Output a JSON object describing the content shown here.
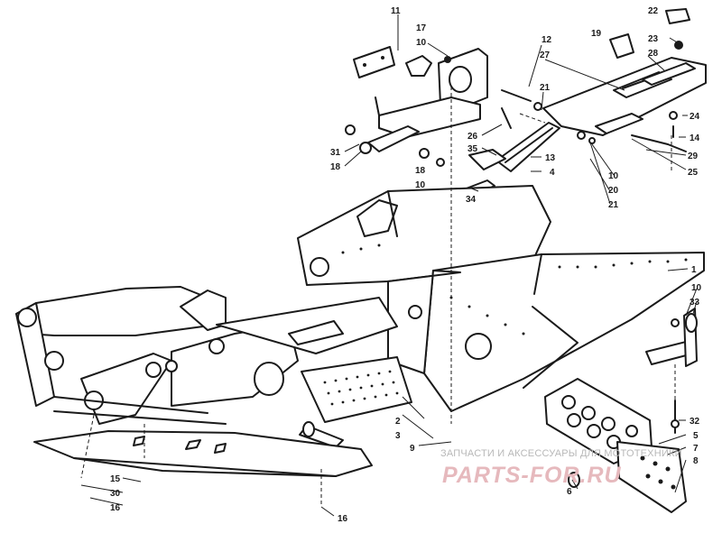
{
  "diagram": {
    "callouts": [
      {
        "id": "c11",
        "label": "11"
      },
      {
        "id": "c17",
        "label": "17"
      },
      {
        "id": "c10a",
        "label": "10"
      },
      {
        "id": "c12",
        "label": "12"
      },
      {
        "id": "c27",
        "label": "27"
      },
      {
        "id": "c21a",
        "label": "21"
      },
      {
        "id": "c19",
        "label": "19"
      },
      {
        "id": "c22",
        "label": "22"
      },
      {
        "id": "c23",
        "label": "23"
      },
      {
        "id": "c28",
        "label": "28"
      },
      {
        "id": "c24",
        "label": "24"
      },
      {
        "id": "c14",
        "label": "14"
      },
      {
        "id": "c29",
        "label": "29"
      },
      {
        "id": "c25",
        "label": "25"
      },
      {
        "id": "c26",
        "label": "26"
      },
      {
        "id": "c35",
        "label": "35"
      },
      {
        "id": "c13",
        "label": "13"
      },
      {
        "id": "c4",
        "label": "4"
      },
      {
        "id": "c31",
        "label": "31"
      },
      {
        "id": "c18a",
        "label": "18"
      },
      {
        "id": "c18b",
        "label": "18"
      },
      {
        "id": "c10b",
        "label": "10"
      },
      {
        "id": "c34",
        "label": "34"
      },
      {
        "id": "c10c",
        "label": "10"
      },
      {
        "id": "c20",
        "label": "20"
      },
      {
        "id": "c21b",
        "label": "21"
      },
      {
        "id": "c1",
        "label": "1"
      },
      {
        "id": "c10d",
        "label": "10"
      },
      {
        "id": "c33",
        "label": "33"
      },
      {
        "id": "c2",
        "label": "2"
      },
      {
        "id": "c3",
        "label": "3"
      },
      {
        "id": "c9",
        "label": "9"
      },
      {
        "id": "c32",
        "label": "32"
      },
      {
        "id": "c5",
        "label": "5"
      },
      {
        "id": "c7",
        "label": "7"
      },
      {
        "id": "c8",
        "label": "8"
      },
      {
        "id": "c6",
        "label": "6"
      },
      {
        "id": "c15",
        "label": "15"
      },
      {
        "id": "c30",
        "label": "30"
      },
      {
        "id": "c16a",
        "label": "16"
      },
      {
        "id": "c16b",
        "label": "16"
      }
    ],
    "ink_color": "#1a1a1a",
    "background": "#ffffff"
  },
  "watermark": {
    "caption": "ЗАПЧАСТИ И АКСЕССУАРЫ ДЛЯ МОТОТЕХНИКИ",
    "logo": "PARTS-FOR.RU",
    "caption_color": "#b8b8b8",
    "logo_color": "#e6b9bd"
  }
}
